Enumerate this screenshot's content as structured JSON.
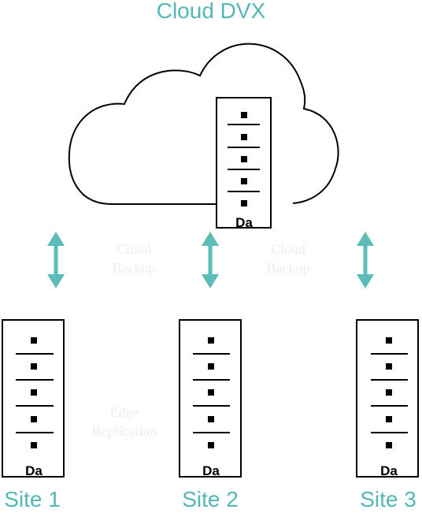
{
  "title": "Cloud DVX",
  "cloud_server_label": "Da",
  "faint_labels": {
    "left_top": "Cloud",
    "left_bottom": "Backup",
    "right_top": "Cloud",
    "right_bottom": "Backup",
    "middle_top": "Edge",
    "middle_bottom": "Replication"
  },
  "sites": [
    {
      "label": "Site 1",
      "server_label": "Da"
    },
    {
      "label": "Site 2",
      "server_label": "Da"
    },
    {
      "label": "Site 3",
      "server_label": "Da"
    }
  ],
  "colors": {
    "accent": "#55b7b5",
    "arrow": "#5bbcb8",
    "line": "#000000",
    "faint_text": "#ededed"
  }
}
